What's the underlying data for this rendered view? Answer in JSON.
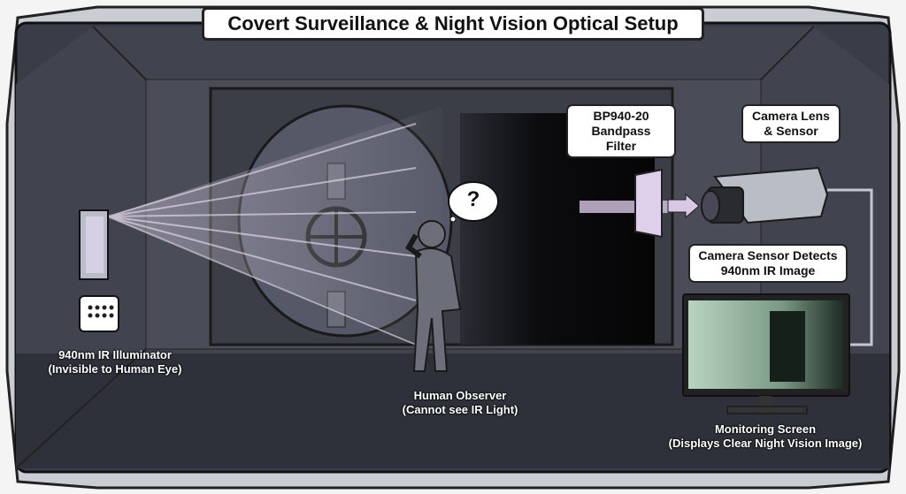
{
  "title": "Covert Surveillance & Night Vision Optical Setup",
  "labels": {
    "filter": {
      "line1": "BP940-20",
      "line2": "Bandpass Filter"
    },
    "camera": {
      "line1": "Camera Lens",
      "line2": "& Sensor"
    },
    "sensor": {
      "line1": "Camera Sensor Detects",
      "line2": "940nm IR Image"
    },
    "illuminator": {
      "line1": "940nm IR Illuminator",
      "line2": "(Invisible to Human Eye)"
    },
    "observer": {
      "line1": "Human Observer",
      "line2": "(Cannot see IR Light)"
    },
    "monitor": {
      "line1": "Monitoring Screen",
      "line2": "(Displays Clear Night Vision Image)"
    },
    "thought": "?"
  },
  "colors": {
    "room": "#3a3d47",
    "floor": "#2c2f38",
    "ir_beam": "#d9c7e6",
    "screen": "#a9c9b4"
  }
}
